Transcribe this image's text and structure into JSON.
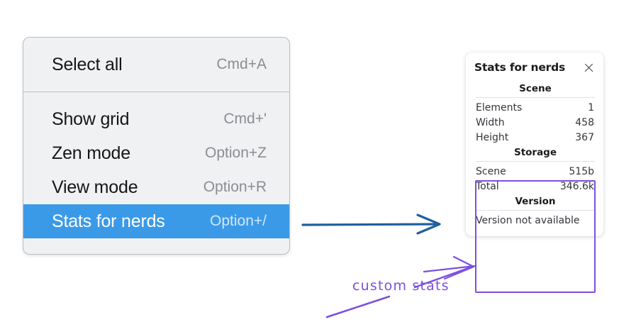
{
  "context_menu": {
    "name": "canvas-context-menu",
    "sections": [
      {
        "items": [
          {
            "label": "Select all",
            "shortcut": "Cmd+A",
            "selected": false
          }
        ]
      },
      {
        "items": [
          {
            "label": "Show grid",
            "shortcut": "Cmd+'",
            "selected": false
          },
          {
            "label": "Zen mode",
            "shortcut": "Option+Z",
            "selected": false
          },
          {
            "label": "View mode",
            "shortcut": "Option+R",
            "selected": false
          },
          {
            "label": "Stats for nerds",
            "shortcut": "Option+/",
            "selected": true
          }
        ]
      }
    ]
  },
  "stats_panel": {
    "title": "Stats for nerds",
    "close_icon": "close-icon",
    "groups": [
      {
        "title": "Scene",
        "rows": [
          {
            "key": "Elements",
            "value": "1"
          },
          {
            "key": "Width",
            "value": "458"
          },
          {
            "key": "Height",
            "value": "367"
          }
        ]
      },
      {
        "title": "Storage",
        "rows": [
          {
            "key": "Scene",
            "value": "515b"
          },
          {
            "key": "Total",
            "value": "346.6k"
          }
        ]
      },
      {
        "title": "Version",
        "note": "Version not available"
      }
    ]
  },
  "annotations": {
    "custom_stats_label": "custom stats",
    "blue_arrow_name": "flow-arrow",
    "purple_color": "#7c4fe0",
    "blue_color": "#1f5f9e",
    "highlight_color": "#7c4fe0"
  },
  "colors": {
    "menu_background": "#f0f1f3",
    "menu_border": "#b9bfc7",
    "selected_row": "#3b9ae8",
    "panel_background": "#ffffff"
  }
}
